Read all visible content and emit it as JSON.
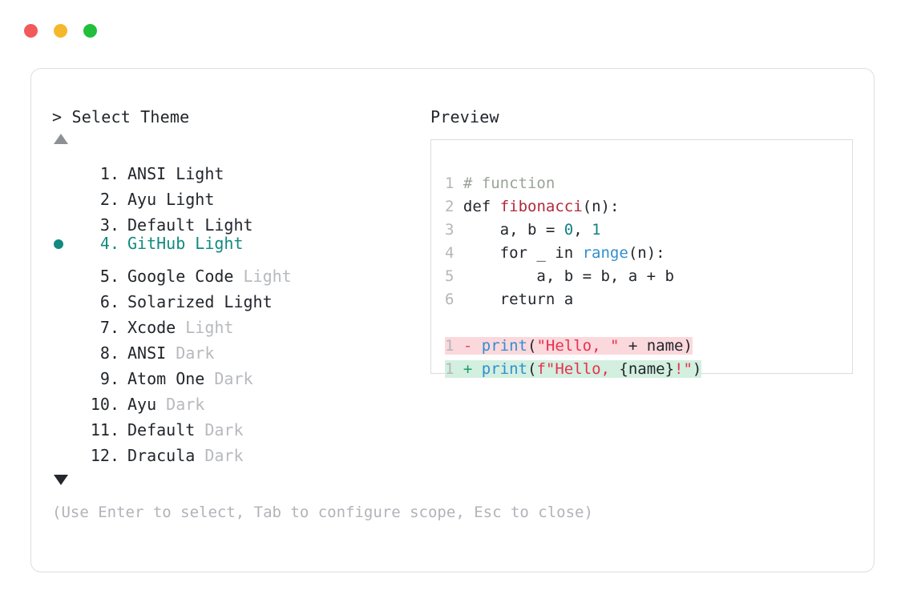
{
  "window": {
    "traffic_lights": [
      {
        "name": "close",
        "color": "#f2595a"
      },
      {
        "name": "minimize",
        "color": "#f5b82b"
      },
      {
        "name": "maximize",
        "color": "#22bf3d"
      }
    ]
  },
  "prompt": {
    "marker": ">",
    "title": "Select Theme",
    "scroll_up_icon": "triangle-up",
    "scroll_down_icon": "triangle-down"
  },
  "preview": {
    "title": "Preview"
  },
  "theme_list": {
    "selected_index": 4,
    "selected_color": "#128a80",
    "items": [
      {
        "num": "1.",
        "name": "ANSI Light",
        "variant": "",
        "selected": false
      },
      {
        "num": "2.",
        "name": "Ayu Light",
        "variant": "",
        "selected": false
      },
      {
        "num": "3.",
        "name": "Default Light",
        "variant": "",
        "selected": false
      },
      {
        "num": "4.",
        "name": "GitHub Light",
        "variant": "",
        "selected": true
      },
      {
        "num": "5.",
        "name": "Google Code",
        "variant": "Light",
        "selected": false
      },
      {
        "num": "6.",
        "name": "Solarized Light",
        "variant": "",
        "selected": false
      },
      {
        "num": "7.",
        "name": "Xcode",
        "variant": "Light",
        "selected": false
      },
      {
        "num": "8.",
        "name": "ANSI",
        "variant": "Dark",
        "selected": false
      },
      {
        "num": "9.",
        "name": "Atom One",
        "variant": "Dark",
        "selected": false
      },
      {
        "num": "10.",
        "name": "Ayu",
        "variant": "Dark",
        "selected": false
      },
      {
        "num": "11.",
        "name": "Default",
        "variant": "Dark",
        "selected": false
      },
      {
        "num": "12.",
        "name": "Dracula",
        "variant": "Dark",
        "selected": false
      }
    ]
  },
  "code_preview": {
    "lines": [
      {
        "num": "1",
        "tokens": [
          {
            "t": " ",
            "c": "plain"
          },
          {
            "t": "# function",
            "c": "comment"
          }
        ]
      },
      {
        "num": "2",
        "tokens": [
          {
            "t": " ",
            "c": "plain"
          },
          {
            "t": "def",
            "c": "kw"
          },
          {
            "t": " ",
            "c": "plain"
          },
          {
            "t": "fibonacci",
            "c": "fn"
          },
          {
            "t": "(n):",
            "c": "plain"
          }
        ]
      },
      {
        "num": "3",
        "tokens": [
          {
            "t": "     a, b = ",
            "c": "plain"
          },
          {
            "t": "0",
            "c": "num"
          },
          {
            "t": ", ",
            "c": "plain"
          },
          {
            "t": "1",
            "c": "num"
          }
        ]
      },
      {
        "num": "4",
        "tokens": [
          {
            "t": "     for _ in ",
            "c": "plain"
          },
          {
            "t": "range",
            "c": "builtin"
          },
          {
            "t": "(n):",
            "c": "plain"
          }
        ]
      },
      {
        "num": "5",
        "tokens": [
          {
            "t": "         a, b = b, a + b",
            "c": "plain"
          }
        ]
      },
      {
        "num": "6",
        "tokens": [
          {
            "t": "     return a",
            "c": "plain"
          }
        ]
      }
    ],
    "diff": [
      {
        "num": "1",
        "kind": "del",
        "sign": "-",
        "tokens": [
          {
            "t": "print",
            "c": "builtin"
          },
          {
            "t": "(",
            "c": "plain"
          },
          {
            "t": "\"Hello, \"",
            "c": "str"
          },
          {
            "t": " + name)",
            "c": "plain"
          }
        ]
      },
      {
        "num": "1",
        "kind": "add",
        "sign": "+",
        "tokens": [
          {
            "t": "print",
            "c": "builtin"
          },
          {
            "t": "(",
            "c": "plain"
          },
          {
            "t": "f\"Hello, ",
            "c": "str"
          },
          {
            "t": "{name}",
            "c": "plain"
          },
          {
            "t": "!\"",
            "c": "str"
          },
          {
            "t": ")",
            "c": "plain"
          }
        ]
      }
    ]
  },
  "hint": {
    "text": "(Use Enter to select, Tab to configure scope, Esc to close)"
  }
}
